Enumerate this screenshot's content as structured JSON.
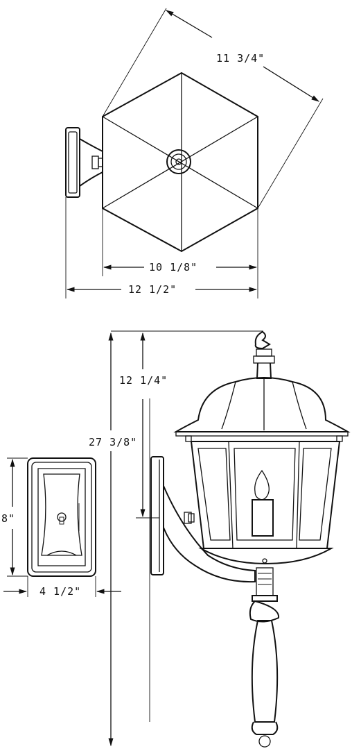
{
  "dimensions": {
    "top_diagonal": "11 3/4\"",
    "top_body_width": "10 1/8\"",
    "top_overall_width": "12 1/2\"",
    "side_top_height": "12 1/4\"",
    "side_overall_height": "27 3/8\"",
    "backplate_height": "8\"",
    "backplate_width": "4 1/2\""
  },
  "colors": {
    "ink": "#111111",
    "paper": "#ffffff"
  }
}
